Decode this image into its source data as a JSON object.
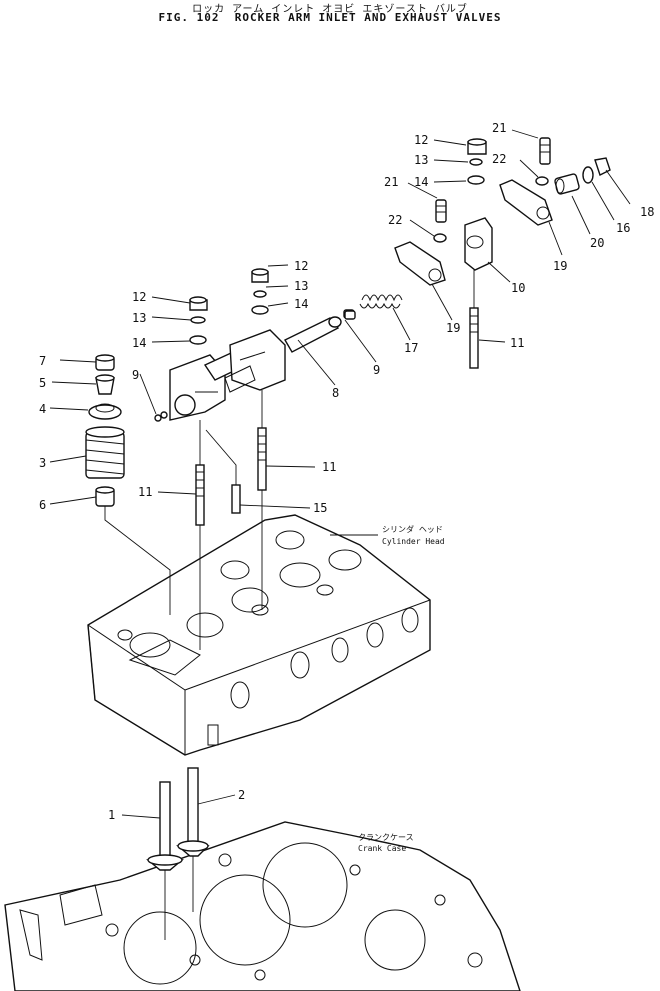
{
  "header": {
    "japanese_title": "ロッカ アーム インレト オヨビ エキゾースト バルブ",
    "figure_title": "FIG. 102  ROCKER ARM INLET AND EXHAUST VALVES"
  },
  "annotations": {
    "cylinder_head_jp": "シリンダ ヘッド",
    "cylinder_head_en": "Cylinder Head",
    "crank_case_jp": "クランクケース",
    "crank_case_en": "Crank Case"
  },
  "callouts": {
    "c1": "1",
    "c2": "2",
    "c3": "3",
    "c4": "4",
    "c5": "5",
    "c6": "6",
    "c7": "7",
    "c8": "8",
    "c9a": "9",
    "c9b": "9",
    "c10": "10",
    "c11a": "11",
    "c11b": "11",
    "c11c": "11",
    "c12a": "12",
    "c12b": "12",
    "c12c": "12",
    "c13a": "13",
    "c13b": "13",
    "c13c": "13",
    "c14a": "14",
    "c14b": "14",
    "c14c": "14",
    "c15": "15",
    "c16": "16",
    "c17": "17",
    "c18": "18",
    "c19a": "19",
    "c19b": "19",
    "c20": "20",
    "c21a": "21",
    "c21b": "21",
    "c22a": "22",
    "c22b": "22"
  }
}
